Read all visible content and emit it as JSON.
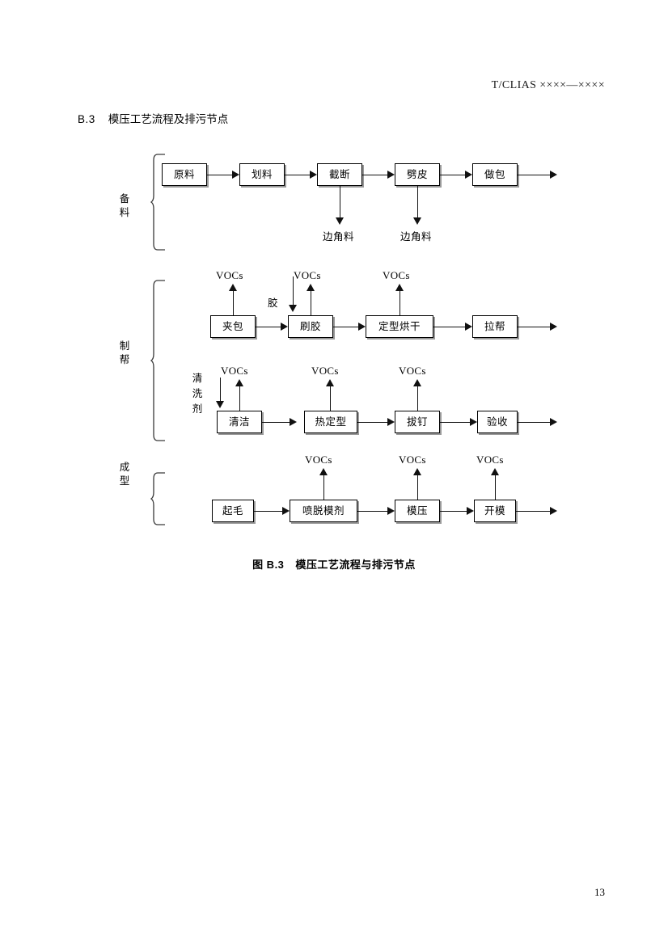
{
  "header": {
    "standard_code": "T/CLIAS ××××—××××"
  },
  "clause": {
    "number": "B.3",
    "title": "模压工艺流程及排污节点"
  },
  "figure": {
    "caption_label": "图 B.3",
    "caption_title": "模压工艺流程与排污节点",
    "groups": [
      {
        "id": "group-beiliao",
        "label": "备料"
      },
      {
        "id": "group-zhibang",
        "label": "制帮"
      },
      {
        "id": "group-chengxing",
        "label": "成型"
      }
    ],
    "rows": [
      {
        "id": "row-beiliao",
        "group": "备料",
        "nodes": [
          "原料",
          "划料",
          "截断",
          "劈皮",
          "做包"
        ],
        "outputs_down": [
          "边角料",
          "边角料"
        ],
        "emissions_up": []
      },
      {
        "id": "row-zhibang-1",
        "group": "制帮",
        "nodes": [
          "夹包",
          "刷胶",
          "定型烘干",
          "拉帮"
        ],
        "inputs_down": [
          "胶"
        ],
        "emissions_up": [
          "VOCs",
          "VOCs",
          "VOCs"
        ]
      },
      {
        "id": "row-zhibang-2",
        "group": "制帮",
        "nodes": [
          "清洁",
          "热定型",
          "拔钉",
          "验收"
        ],
        "inputs_side": [
          "清洗剂"
        ],
        "emissions_up": [
          "VOCs",
          "VOCs",
          "VOCs"
        ]
      },
      {
        "id": "row-chengxing",
        "group": "成型",
        "nodes": [
          "起毛",
          "喷脱模剂",
          "模压",
          "开模"
        ],
        "emissions_up": [
          "VOCs",
          "VOCs",
          "VOCs"
        ]
      }
    ],
    "emission_label": "VOCs",
    "waste_label": "边角料",
    "glue_label": "胶",
    "cleaner_label": "清洗剂"
  },
  "folio": {
    "page_number": "13"
  },
  "colors": {
    "ink": "#000000",
    "shadow": "#9a9a9a",
    "paper": "#ffffff"
  }
}
